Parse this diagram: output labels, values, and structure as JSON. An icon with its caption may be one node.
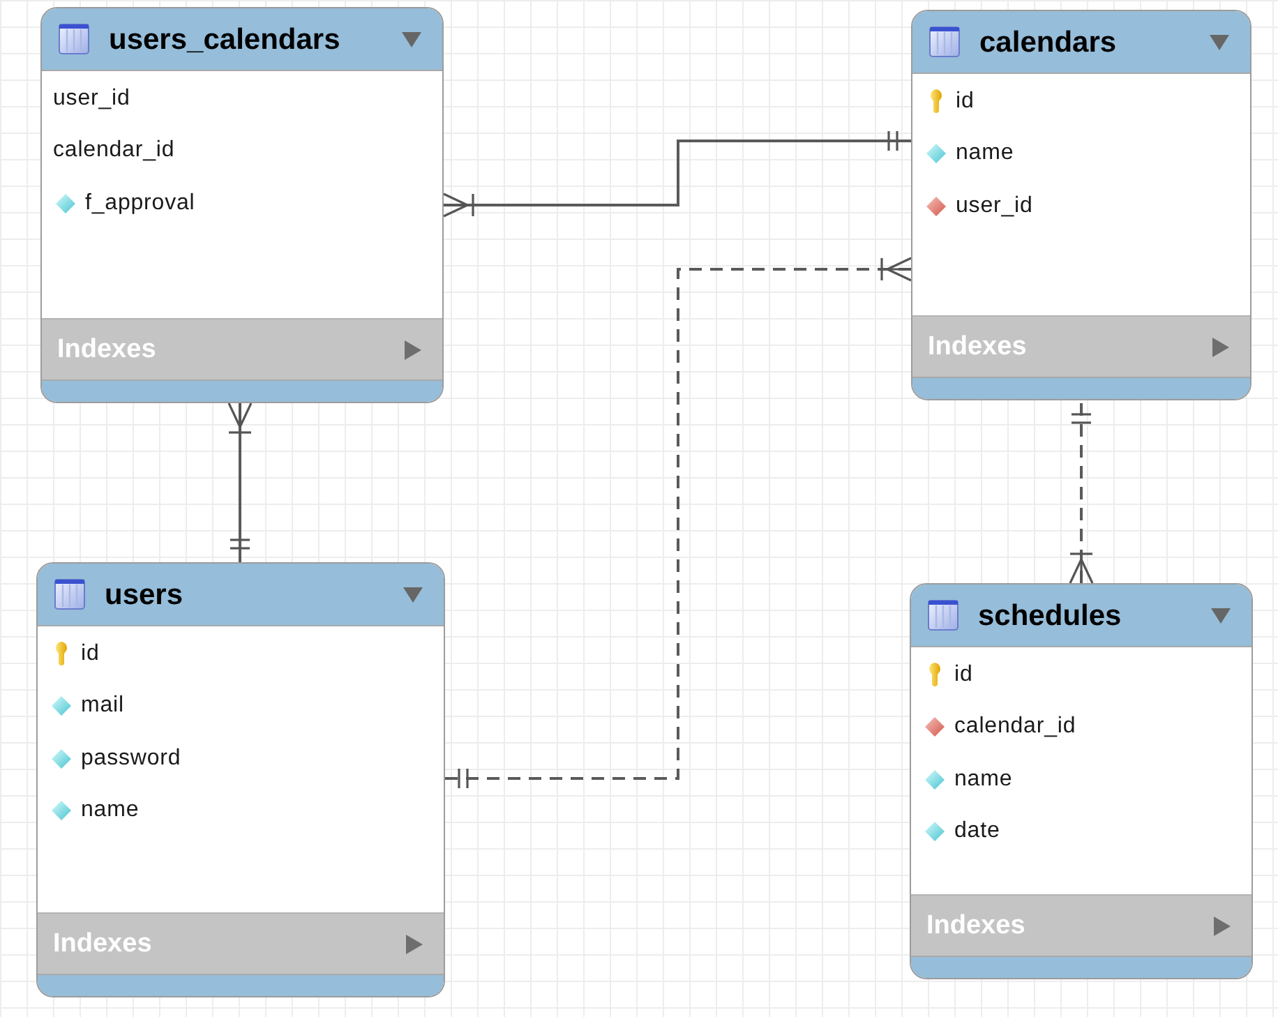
{
  "diagram": {
    "nodes": [
      {
        "text": [
          "users_calendars",
          "user_id",
          "calendar_id",
          "f_approval",
          "Indexes"
        ]
      },
      {
        "text": [
          "calendars",
          "id",
          "name",
          "user_id",
          "Indexes"
        ]
      },
      {
        "text": [
          "users",
          "id",
          "mail",
          "password",
          "name",
          "Indexes"
        ]
      },
      {
        "text": [
          "schedules",
          "id",
          "calendar_id",
          "name",
          "date",
          "Indexes"
        ]
      }
    ],
    "edges": [
      {
        "from": 0,
        "to": 1,
        "arrow": "other"
      },
      {
        "from": 0,
        "to": 2,
        "arrow": "other"
      },
      {
        "from": 1,
        "to": 2,
        "arrow": "other",
        "style": "dashed"
      },
      {
        "from": 3,
        "to": 1,
        "arrow": "other",
        "style": "dashed"
      }
    ]
  }
}
